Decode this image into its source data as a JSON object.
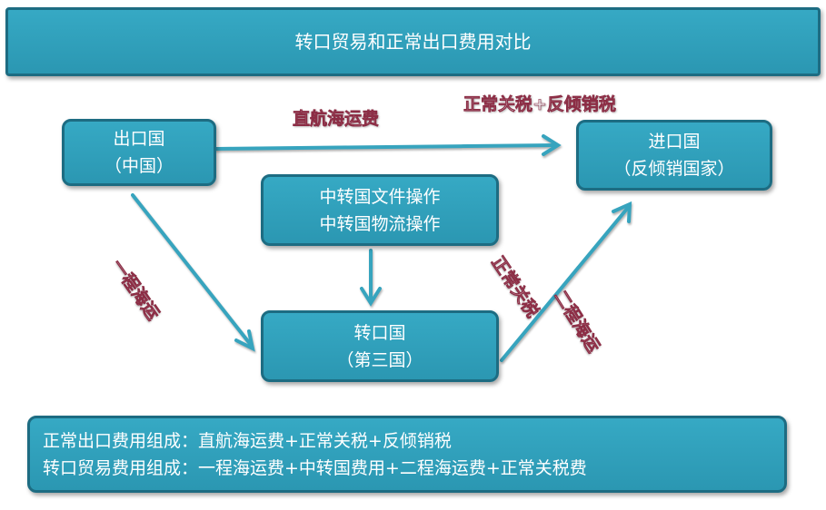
{
  "title": "转口贸易和正常出口费用对比",
  "nodes": {
    "export": {
      "line1": "出口国",
      "line2": "（中国）"
    },
    "import": {
      "line1": "进口国",
      "line2": "（反倾销国家）"
    },
    "ops": {
      "line1": "中转国文件操作",
      "line2": "中转国物流操作"
    },
    "transit": {
      "line1": "转口国",
      "line2": "（第三国）"
    }
  },
  "edge_labels": {
    "direct": "直航海运费",
    "tariff_top": "正常关税+反倾销税",
    "leg1": "一程海运",
    "tariff_right": "正常关税",
    "leg2": "二程海运"
  },
  "summary": {
    "line1": "正常出口费用组成：直航海运费+正常关税+反倾销税",
    "line2": "转口贸易费用组成：一程海运费+中转国费用+二程海运费+正常关税费"
  },
  "colors": {
    "box_fill": "#2ea0bb",
    "box_border": "#1d6c82",
    "arrow": "#37a4be",
    "label_outline": "#8c2d45"
  }
}
